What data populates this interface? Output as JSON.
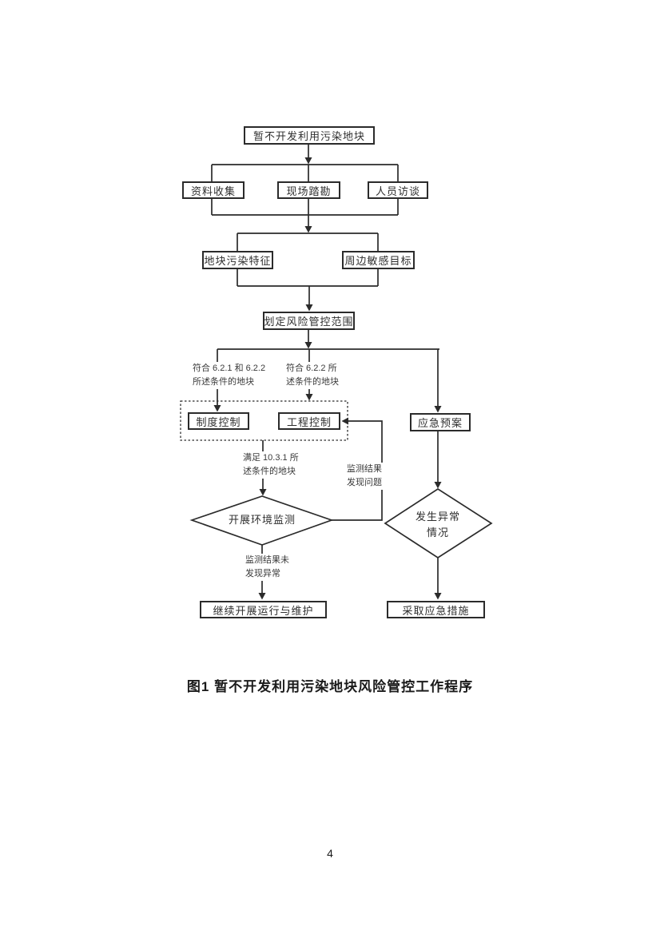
{
  "page": {
    "caption": "图1 暂不开发利用污染地块风险管控工作程序",
    "number": "4"
  },
  "flowchart": {
    "colors": {
      "line": "#2b2b2b",
      "text": "#2f2f2f",
      "background": "#ffffff"
    },
    "nodes": {
      "start": "暂不开发利用污染地块",
      "collect": "资料收集",
      "survey": "现场踏勘",
      "interview": "人员访谈",
      "pollution": "地块污染特征",
      "sensitive": "周边敏感目标",
      "delineate": "划定风险管控范围",
      "institutional": "制度控制",
      "engineering": "工程控制",
      "emergency_plan": "应急预案",
      "monitoring": "开展环境监测",
      "abnormal_line1": "发生异常",
      "abnormal_line2": "情况",
      "continue_ops": "继续开展运行与维护",
      "emergency_measures": "采取应急措施"
    },
    "labels": {
      "cond_621_622_line1": "符合 6.2.1 和 6.2.2",
      "cond_621_622_line2": "所述条件的地块",
      "cond_622_line1": "符合 6.2.2 所",
      "cond_622_line2": "述条件的地块",
      "cond_1031_line1": "满足 10.3.1 所",
      "cond_1031_line2": "述条件的地块",
      "feedback_line1": "监测结果",
      "feedback_line2": "发现问题",
      "normal_line1": "监测结果未",
      "normal_line2": "发现异常"
    }
  }
}
